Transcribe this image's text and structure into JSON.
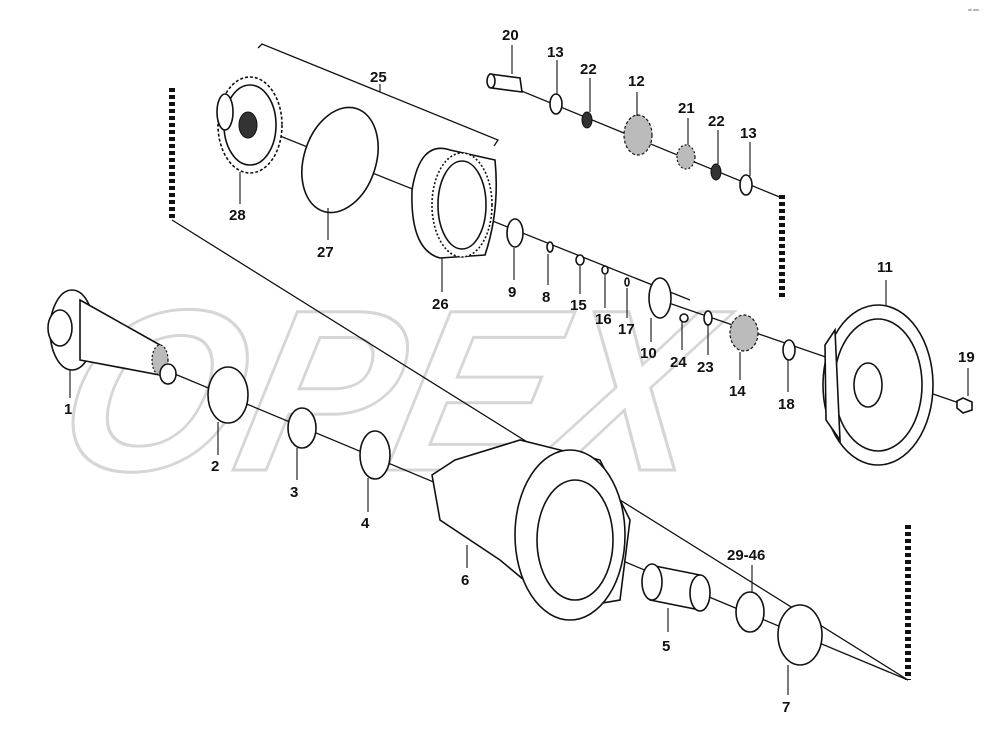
{
  "watermark": "OPEX",
  "corner_mark": "ᵃᵇ ᵃᵃᵃ",
  "callouts": [
    "1",
    "2",
    "3",
    "4",
    "5",
    "6",
    "7",
    "8",
    "9",
    "10",
    "11",
    "12",
    "13",
    "13",
    "14",
    "15",
    "16",
    "17",
    "18",
    "19",
    "20",
    "21",
    "22",
    "22",
    "23",
    "24",
    "25",
    "26",
    "27",
    "28",
    "29-46"
  ]
}
